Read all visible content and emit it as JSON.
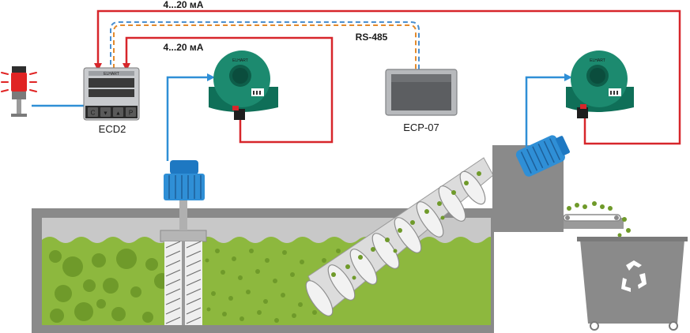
{
  "labels": {
    "signal_top": "4...20 мА",
    "signal_mid": "4...20 мА",
    "bus": "RS-485",
    "controller": "ECD2",
    "panel": "ECP-07"
  },
  "brand": "ELHART",
  "controller_keys": [
    "C",
    "▼",
    "▲",
    "P"
  ],
  "colors": {
    "signal_wire": "#d7262b",
    "sensor_wire": "#2f8fd6",
    "bus_wire_a": "#4a8fd0",
    "bus_wire_b": "#e38a2c",
    "liquid": "#8db83e",
    "solids": "#6f9a2a",
    "tank": "#8a8a8a",
    "motor": "#2f8fd6",
    "sensor_body": "#1c8a6f",
    "alarm_red": "#e02424"
  }
}
